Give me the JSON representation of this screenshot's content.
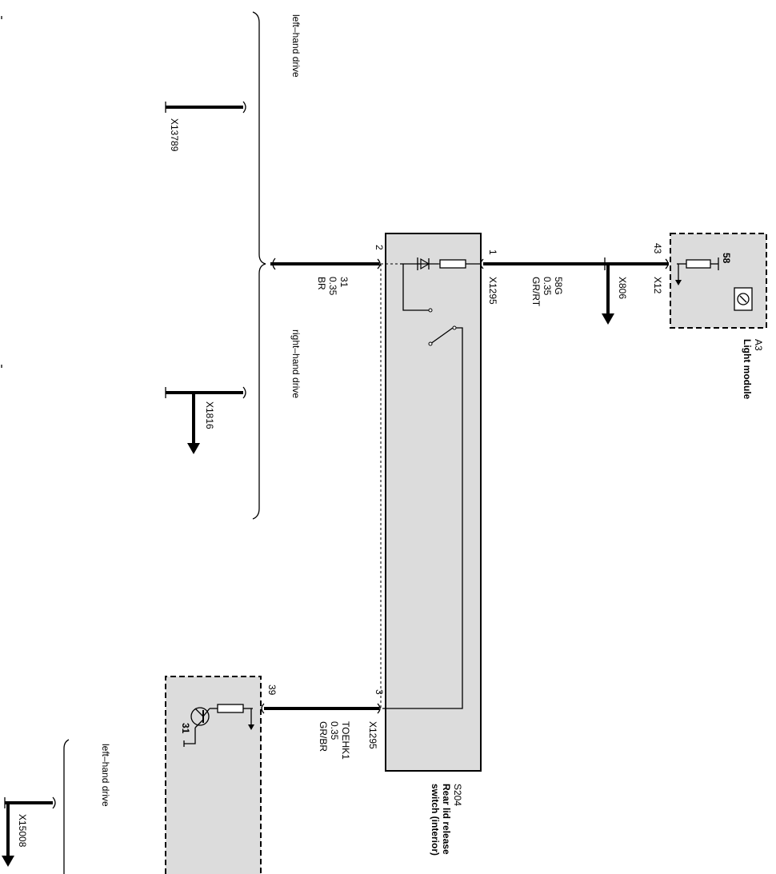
{
  "labels": {
    "lhd_top": "left–hand drive",
    "rhd": "right–hand drive",
    "lhd_bottom": "left–hand drive",
    "x13789": "X13789",
    "x1816": "X1816",
    "x15008": "X15008",
    "x806": "X806",
    "x12": "X12",
    "x1295_top": "X1295",
    "x1295_bottom": "X1295"
  },
  "wires": {
    "w1": {
      "func": "58G",
      "size": "0.35",
      "color": "GR/RT"
    },
    "w2": {
      "func": "31",
      "size": "0.35",
      "color": "BR"
    },
    "w3": {
      "func": "TOEHK1",
      "size": "0.35",
      "color": "GR/BR"
    }
  },
  "pins": {
    "p1": "1",
    "p2": "2",
    "p3": "3",
    "p43": "43",
    "p39": "39",
    "p58": "58",
    "p31": "31"
  },
  "components": {
    "a3": {
      "id": "A3",
      "name": "Light module"
    },
    "s204": {
      "id": "S204",
      "name_line1": "Rear lid release",
      "name_line2": "switch (interior)"
    }
  }
}
